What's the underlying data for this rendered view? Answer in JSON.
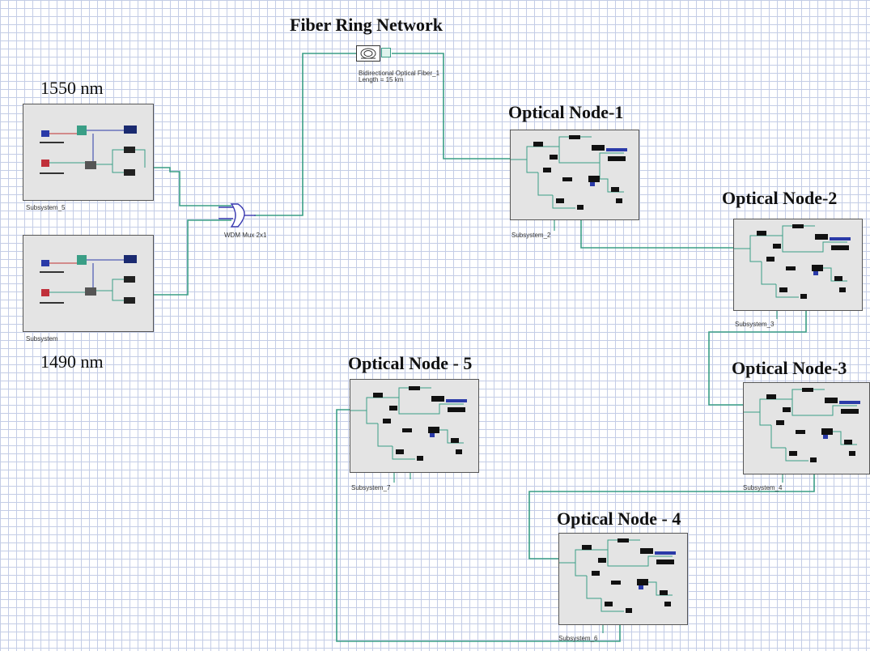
{
  "title": "Fiber Ring Network",
  "fiber": {
    "name": "Bidirectional Optical Fiber_1",
    "length": "Length = 15  km"
  },
  "mux": {
    "name": "WDM Mux 2x1"
  },
  "wavelengths": {
    "upper": "1550 nm",
    "lower": "1490 nm"
  },
  "sources": [
    {
      "subsystem": "Subsystem_5"
    },
    {
      "subsystem": "Subsystem"
    }
  ],
  "nodes": [
    {
      "title": "Optical Node-1",
      "subsystem": "Subsystem_2"
    },
    {
      "title": "Optical Node-2",
      "subsystem": "Subsystem_3"
    },
    {
      "title": "Optical Node-3",
      "subsystem": "Subsystem_4"
    },
    {
      "title": "Optical Node - 4",
      "subsystem": "Subsystem_6"
    },
    {
      "title": "Optical Node - 5",
      "subsystem": "Subsystem_7"
    }
  ],
  "colors": {
    "wire": "#3a9e86",
    "grid": "#c4cde6",
    "box": "#e4e4e4",
    "mux": "#3a3ab0"
  }
}
